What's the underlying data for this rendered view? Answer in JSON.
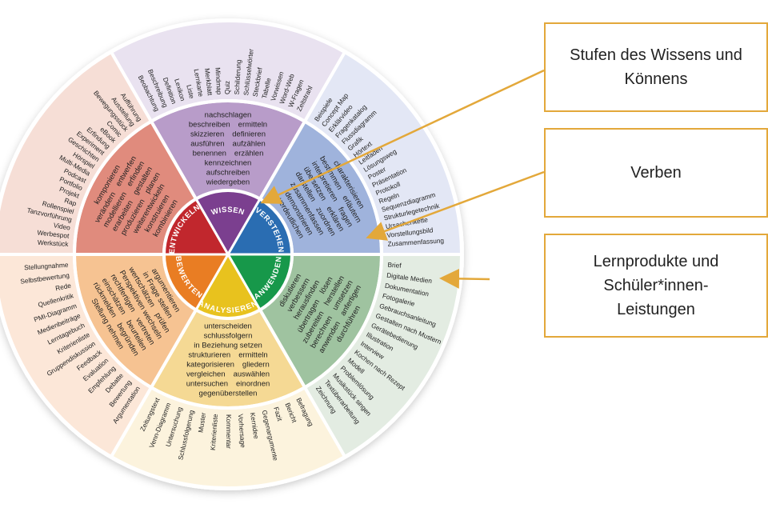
{
  "legend": {
    "levels_label": "Stufen des Wissens und Könnens",
    "verbs_label": "Verben",
    "products_label": "Lernprodukte und Schüler*innen-Leistungen",
    "accent": "#e3a83a"
  },
  "sectors": [
    {
      "name": "WISSEN",
      "colors": [
        "#7b3f8f",
        "#b89cc9",
        "#e9e2f0"
      ],
      "verbs": [
        "aufschreiben",
        "beschreiben",
        "definieren",
        "aufzählen",
        "benennen",
        "ermitteln",
        "kennzeichnen",
        "nachschlagen",
        "wiedergeben",
        "skizzieren",
        "ausführen",
        "erzählen"
      ],
      "products": [
        "Beobachtung",
        "Beschreibung",
        "Definition",
        "Lexikon",
        "Liste",
        "Lernkarte",
        "Merkblatt",
        "Mindmap",
        "Quiz",
        "Schilderung",
        "Schlüsselwörter",
        "Steckbrief",
        "Tabelle",
        "Vorwissen",
        "Word-Web",
        "W-Fragen",
        "Zeitstrahl"
      ]
    },
    {
      "name": "VERSTEHEN",
      "colors": [
        "#2a6db2",
        "#9fb3dc",
        "#e3e7f5"
      ],
      "verbs": [
        "zusammenfassen",
        "verdeutlichen",
        "übersetzen",
        "erläutern",
        "zuordnen",
        "erklären",
        "charakterisieren",
        "interpretieren",
        "demonstrieren",
        "darstellen",
        "bestimmen",
        "fragen"
      ],
      "products": [
        "Beispiele",
        "Concept Map",
        "Erklärvideo",
        "Fragenkatalog",
        "Flussdiagramm",
        "Grafik",
        "Hörtext",
        "Leitfaden",
        "Lösungsweg",
        "Poster",
        "Präsentation",
        "Protokoll",
        "Regeln",
        "Sequenzdiagramm",
        "Strukturlegetechnik",
        "Ursachenkette",
        "Vorstellungsbild",
        "Zusammenfassung"
      ]
    },
    {
      "name": "ANWENDEN",
      "colors": [
        "#17984a",
        "#9fc3a0",
        "#e3ece2"
      ],
      "verbs": [
        "anwenden",
        "berechnen",
        "herstellen",
        "verbessern",
        "diskutieren",
        "herausfinden",
        "lösen",
        "umsetzen",
        "anfertigen",
        "übertragen",
        "zubereiten",
        "durchführen"
      ],
      "products": [
        "Brief",
        "Digitale Medien",
        "Dokumentation",
        "Fotogalerie",
        "Gebrauchsanleitung",
        "Gestalten nach Mustern",
        "Gerätebedienung",
        "Illustration",
        "Interview",
        "Kochen nach Rezept",
        "Modell",
        "Problemlösung",
        "Musikstück singen",
        "Textüberarbeitung",
        "Zeichnung"
      ]
    },
    {
      "name": "ANALYSIEREN",
      "colors": [
        "#e8c21e",
        "#f5d994",
        "#fcf3dd"
      ],
      "verbs": [
        "gliedern",
        "einordnen",
        "untersuchen",
        "strukturieren",
        "kategorisieren",
        "in Beziehung setzen",
        "auswählen",
        "ermitteln",
        "vergleichen",
        "unterscheiden",
        "schlussfolgern",
        "gegenüberstellen"
      ],
      "products": [
        "Befragung",
        "Bericht",
        "Fazit",
        "Gegenargumente",
        "Kernidee",
        "Vorhersage",
        "Kommentar",
        "Kriterienliste",
        "Muster",
        "Schlussfolgerung",
        "Untersuchung",
        "Venn-Diagramm",
        "Zeitungstext"
      ]
    },
    {
      "name": "BEWERTEN",
      "colors": [
        "#e97d23",
        "#f6c392",
        "#fce7d8"
      ],
      "verbs": [
        "Perspektiven wechseln",
        "Stellung nehmen",
        "wertschätzen",
        "einschätzen",
        "beurteilen",
        "begründen",
        "prüfen",
        "vertreten",
        "rückmelden",
        "argumentieren",
        "in Frage stellen",
        "rechtfertigen"
      ],
      "products": [
        "Argumentation",
        "Bewertung",
        "Debatte",
        "Empfehlung",
        "Evaluation",
        "Feedback",
        "Gruppendiskussion",
        "Kriterienliste",
        "Lerntagebuch",
        "Medienbeiträge",
        "PMI-Diagramm",
        "Quellenkritik",
        "Rede",
        "Selbstbewertung",
        "Stellungnahme"
      ]
    },
    {
      "name": "ENTWICKELN",
      "colors": [
        "#c1272d",
        "#e08b7d",
        "#f6ded6"
      ],
      "verbs": [
        "weiterentwickeln",
        "produzieren",
        "komponieren",
        "erarbeiten",
        "gestalten",
        "erfinden",
        "konstruieren",
        "modellieren",
        "kombinieren",
        "verändern",
        "entwerfen",
        "planen"
      ],
      "products": [
        "Werkstück",
        "Werbespot",
        "Video",
        "Tanzvorführung",
        "Rollenspiel",
        "Rap",
        "Projekt",
        "Portfolio",
        "Podcast",
        "Multi-Media",
        "Hörspiel",
        "Geschichten",
        "Experiment",
        "Erfindung",
        "eBook",
        "Comic",
        "Bewegungsstück",
        "Ausstellung",
        "Aufführung"
      ]
    }
  ]
}
